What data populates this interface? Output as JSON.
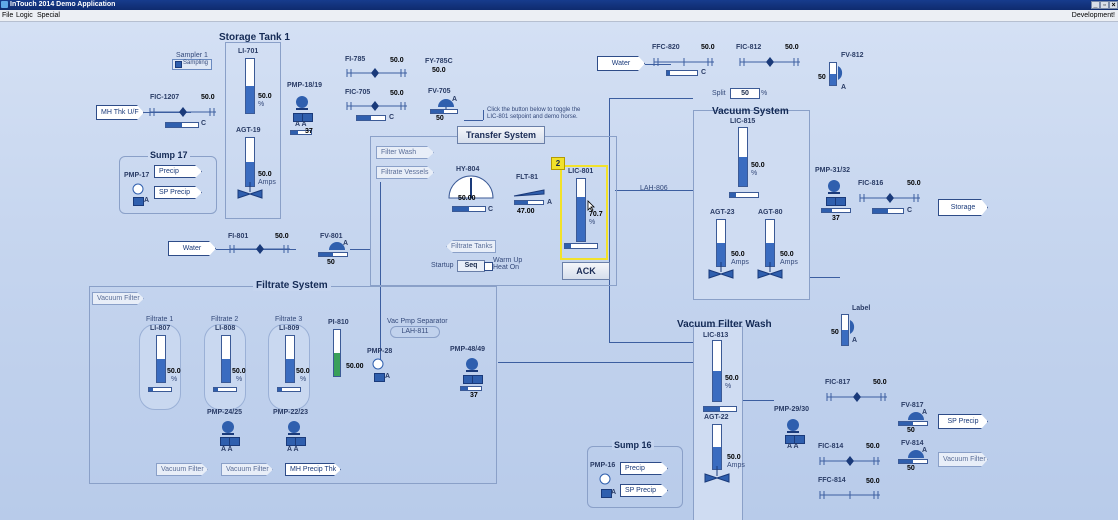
{
  "window": {
    "title": "InTouch 2014 Demo Application",
    "mode": "Development!"
  },
  "menu": [
    "File",
    "Logic",
    "Special"
  ],
  "sections": {
    "storage_tank_1": "Storage Tank 1",
    "sump_17": "Sump 17",
    "transfer_system": "Transfer System",
    "vacuum_system": "Vacuum System",
    "filtrate_system": "Filtrate System",
    "vacuum_filter_wash": "Vacuum Filter Wash",
    "sump_16": "Sump 16"
  },
  "tags": {
    "sampler": "Sampler 1",
    "sampling": "Sampling",
    "li701": "LI-701",
    "li701_val": "50.0",
    "pct": "%",
    "agt19": "AGT-19",
    "agt19_val": "50.0",
    "amps": "Amps",
    "pmp1819": "PMP-18/19",
    "aa": "A A",
    "pct37": "37",
    "fic1207": "FIC-1207",
    "fic1207_val": "50.0",
    "c": "C",
    "a": "A",
    "mh_thk": "MH Thk U/F",
    "pmp17": "PMP-17",
    "precip": "Precip",
    "sp_precip": "SP Precip",
    "fi785": "FI-785",
    "fi785_val": "50.0",
    "fy785c": "FY-785C",
    "fy785c_val": "50.0",
    "fic705": "FIC-705",
    "fic705_val": "50.0",
    "fv705": "FV-705",
    "fv705_val": "50",
    "toggle_note_1": "Click the button below to toggle the",
    "toggle_note_2": "LIC-801 setpoint and demo horse.",
    "filter_wash": "Filter Wash",
    "filtrate_vessels": "Filtrate Vessels",
    "hy804": "HY-804",
    "hy804_val": "50.00",
    "flt81": "FLT-81",
    "flt81_val": "47.00",
    "lic801": "LIC-801",
    "lic801_val": "70.7",
    "alarm_badge": "2",
    "ack": "ACK",
    "filtrate_tanks": "Filtrate Tanks",
    "startup": "Startup",
    "seq": "Seq",
    "warmup": "Warm Up",
    "heat_on": "Heat On",
    "lah806": "LAH-806",
    "water": "Water",
    "fi801": "FI-801",
    "fi801_val": "50.0",
    "fv801": "FV-801",
    "fv801_val": "50",
    "ffc820": "FFC-820",
    "ffc820_val": "50.0",
    "fic812": "FIC-812",
    "fic812_val": "50.0",
    "fv812": "FV-812",
    "fv812_val": "50",
    "split": "Split",
    "split_val": "50",
    "lic815": "LIC-815",
    "lic815_val": "50.0",
    "agt23": "AGT-23",
    "agt23_val": "50.0",
    "agt80": "AGT-80",
    "agt80_val": "50.0",
    "pmp3132": "PMP-31/32",
    "fic816": "FIC-816",
    "fic816_val": "50.0",
    "storage": "Storage",
    "label": "Label",
    "label_val": "50",
    "vacuum_filter": "Vacuum Filter",
    "filtrate1": "Filtrate 1",
    "filtrate2": "Filtrate 2",
    "filtrate3": "Filtrate 3",
    "li807": "LI-807",
    "li808": "LI-808",
    "li809": "LI-809",
    "li_val": "50.0",
    "pi810": "PI-810",
    "pi810_val": "50.00",
    "vac_pmp_sep": "Vac Pmp Separator",
    "lah811": "LAH-811",
    "pmp28": "PMP-28",
    "pmp4849": "PMP-48/49",
    "pmp2425": "PMP-24/25",
    "pmp2223": "PMP-22/23",
    "mh_precip_thk": "MH Precip Thk",
    "lic813": "LIC-813",
    "lic813_val": "50.0",
    "agt22": "AGT-22",
    "agt22_val": "50.0",
    "fic817": "FIC-817",
    "fic817_val": "50.0",
    "pmp2930": "PMP-29/30",
    "fv817": "FV-817",
    "fv817_val": "50",
    "fic814": "FIC-814",
    "fic814_val": "50.0",
    "fv814": "FV-814",
    "fv814_val": "50",
    "ffc814": "FFC-814",
    "ffc814_val": "50.0",
    "pmp16": "PMP-16"
  },
  "colors": {
    "accent": "#2f5fae",
    "background": "#c9d6ec",
    "highlight": "#f2e22a",
    "titlebar": "#173c8d"
  }
}
